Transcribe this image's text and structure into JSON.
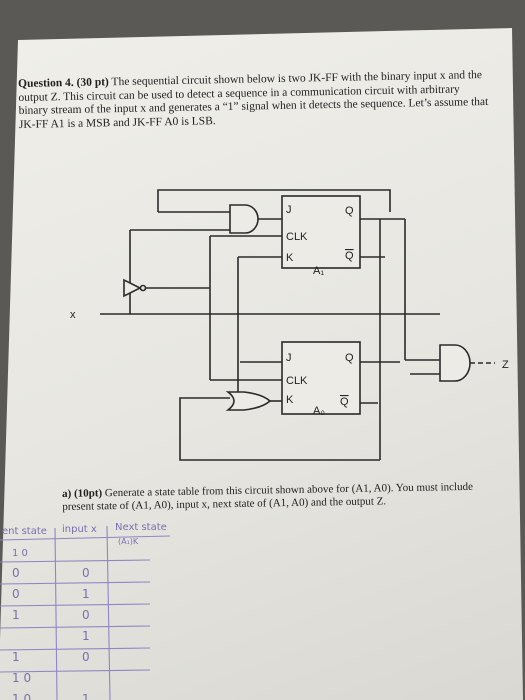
{
  "question": {
    "heading": "Question 4. (30 pt)",
    "body": "The sequential circuit shown below is two JK-FF with the binary input x and the output Z. This circuit can be used to detect a sequence in a communication circuit with arbitrary binary stream of the input x and generates a “1” signal when it detects the sequence. Let’s assume that JK-FF A1 is a MSB and JK-FF A0 is LSB."
  },
  "circuit": {
    "ff1": {
      "j": "J",
      "clk": "CLK",
      "k": "K",
      "q": "Q",
      "qbar": "Q",
      "name": "A₁"
    },
    "ff0": {
      "j": "J",
      "clk": "CLK",
      "k": "K",
      "q": "Q",
      "qbar": "Q",
      "name": "A₀"
    },
    "input_label": "x",
    "output_label": "Z"
  },
  "part_a": {
    "heading": "a) (10pt)",
    "body": "Generate a state table from this circuit shown above for (A1, A0). You must include present state of (A1, A0), input x, next state of (A1, A0) and the output Z."
  },
  "handwriting": {
    "col1": "ent state",
    "col2": "input x",
    "col3": "Next state",
    "col3_sub": "(A₁)K",
    "sub_header": "1 0",
    "rows": [
      {
        "a1": "0",
        "x": "0"
      },
      {
        "a1": "0",
        "x": "1"
      },
      {
        "a1": "1",
        "x": "0"
      },
      {
        "a1": "",
        "x": "1"
      },
      {
        "a1": "1",
        "x": "0"
      },
      {
        "a1": "1 0",
        "x": ""
      },
      {
        "a1": "1 0",
        "x": "1"
      }
    ]
  }
}
